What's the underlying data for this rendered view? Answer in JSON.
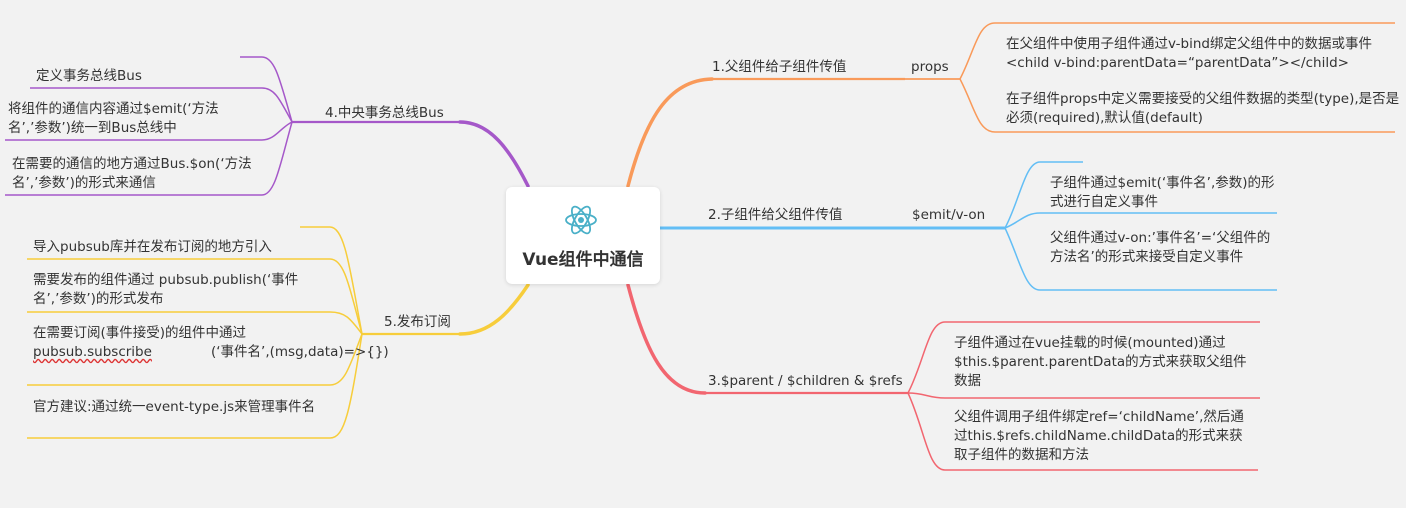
{
  "center": {
    "title": "Vue组件中通信",
    "icon": "atom-icon"
  },
  "colors": {
    "orange": "#f99a5a",
    "blue": "#63bef5",
    "red": "#f26670",
    "purple": "#a558c9",
    "yellow": "#f7cd3b"
  },
  "branches": {
    "b1": {
      "label": "1.父组件给子组件传值",
      "sub": "props",
      "leaves": [
        "在父组件中使用子组件通过v-bind绑定父组件中的数据或事件<child v-bind:parentData=“parentData”></child>",
        "在子组件props中定义需要接受的父组件数据的类型(type),是否是必须(required),默认值(default)"
      ]
    },
    "b2": {
      "label": "2.子组件给父组件传值",
      "sub": "$emit/v-on",
      "leaves": [
        "子组件通过$emit(‘事件名’,参数)的形式进行自定义事件",
        "父组件通过v-on:’事件名’=‘父组件的方法名’的形式来接受自定义事件"
      ]
    },
    "b3": {
      "label": "3.$parent / $children & $refs",
      "leaves": [
        "子组件通过在vue挂载的时候(mounted)通过$this.$parent.parentData的方式来获取父组件数据",
        "父组件调用子组件绑定ref=‘childName’,然后通过this.$refs.childName.childData的形式来获取子组件的数据和方法"
      ]
    },
    "b4": {
      "label": "4.中央事务总线Bus",
      "leaves": [
        "定义事务总线Bus",
        "将组件的通信内容通过$emit(‘方法名’,’参数’)统一到Bus总线中",
        "在需要的通信的地方通过Bus.$on(‘方法名’,’参数’)的形式来通信"
      ]
    },
    "b5": {
      "label": "5.发布订阅",
      "leaves": [
        "导入pubsub库并在发布订阅的地方引入",
        "需要发布的组件通过 pubsub.publish(‘事件名’,’参数’)的形式发布",
        "在需要订阅(事件接受)的组件中通过",
        "pubsub.subscribe",
        "(‘事件名’,(msg,data)=>{})",
        "官方建议:通过统一event-type.js来管理事件名"
      ]
    }
  }
}
